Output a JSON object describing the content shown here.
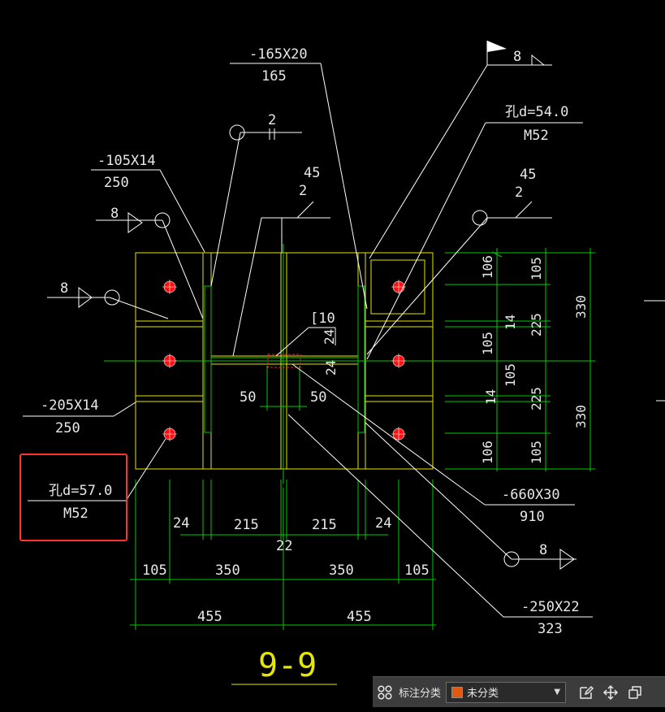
{
  "drawing": {
    "section_title": "9-9",
    "labels": {
      "plate_165_spec": "-165X20",
      "plate_165_len": "165",
      "plate_105_spec": "-105X14",
      "plate_105_len": "250",
      "plate_205_spec": "-205X14",
      "plate_205_len": "250",
      "plate_660_spec": "-660X30",
      "plate_660_len": "910",
      "plate_250_spec": "-250X22",
      "plate_250_len": "323",
      "hole_top_spec": "孔d=54.0",
      "hole_top_bolt": "M52",
      "hole_left_spec": "孔d=57.0",
      "hole_left_bolt": "M52",
      "channel": "[10",
      "weld_8": "8",
      "weld_2": "2",
      "weld_45": "45"
    },
    "dims": {
      "d24": "24",
      "d215": "215",
      "d22": "22",
      "d105": "105",
      "d350": "350",
      "d455": "455",
      "d50": "50",
      "d106": "106",
      "d14": "14",
      "d225": "225",
      "d330": "330"
    }
  },
  "toolbar": {
    "label": "标注分类",
    "selected": "未分类",
    "swatch_color": "#e05a10"
  },
  "icons": [
    "grid-icon",
    "dropdown-arrow-icon",
    "edit-icon",
    "move-icon",
    "copy-icon"
  ]
}
